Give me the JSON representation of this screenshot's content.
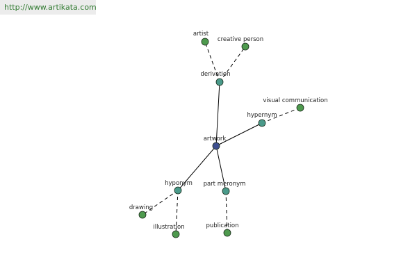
{
  "header": {
    "url": "http://www.artikata.com"
  },
  "colors": {
    "center": "#3d4f8f",
    "relation": "#4a9a8a",
    "leaf": "#4e9a4e"
  },
  "nodes": {
    "artwork": "artwork",
    "derivation": "derivation",
    "artist": "artist",
    "creative_person": "creative person",
    "hypernym": "hypernym",
    "visual_communication": "visual communication",
    "hyponym": "hyponym",
    "drawing": "drawing",
    "illustration": "illustration",
    "part_meronym": "part meronym",
    "publication": "publication"
  }
}
